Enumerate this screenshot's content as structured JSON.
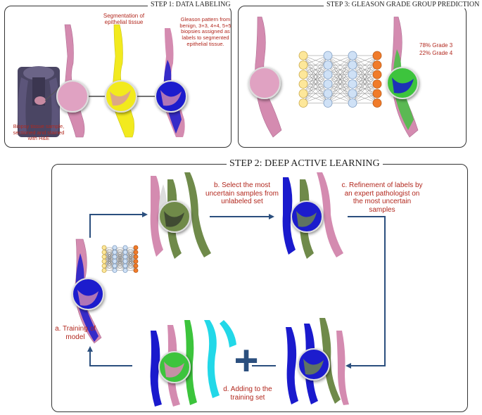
{
  "step1": {
    "title": "STEP 1: DATA LABELING",
    "seg_label": "Segmentation of epithelial tissue",
    "gleason_label": "Gleason pattern from benign, 3+3, 4+4, 5+5 biopsies assigned as labels to segmented epithelial tissue.",
    "biopsy_label": "Biopsy tissue sample, sectioned and stained with H&E"
  },
  "step3": {
    "title": "STEP 3: GLEASON GRADE GROUP PREDICTION",
    "grade3": "78% Grade 3",
    "grade4": "22% Grade 4"
  },
  "step2": {
    "title": "STEP 2: DEEP ACTIVE LEARNING",
    "a_label": "a. Training of model",
    "b_label": "b. Select the most uncertain samples from unlabeled set",
    "c_label": "c. Refinement of labels by an expert pathologist on the most uncertain samples",
    "d_label": "d. Adding to the training set",
    "plus": "+"
  },
  "colors": {
    "tissue_pink": "#d48bb0",
    "segmentation_yellow": "#f2ea1e",
    "label_blue": "#1a1acd",
    "uncertain_olive": "#6f8a4a",
    "added_cyan": "#22d8e8",
    "prediction_green": "#3cc43c",
    "arrow_blue": "#2b4f7e",
    "label_red": "#b2281e",
    "node_yellow": "#fde79a",
    "node_blue": "#cfe1f6",
    "node_orange": "#f07b2a"
  }
}
